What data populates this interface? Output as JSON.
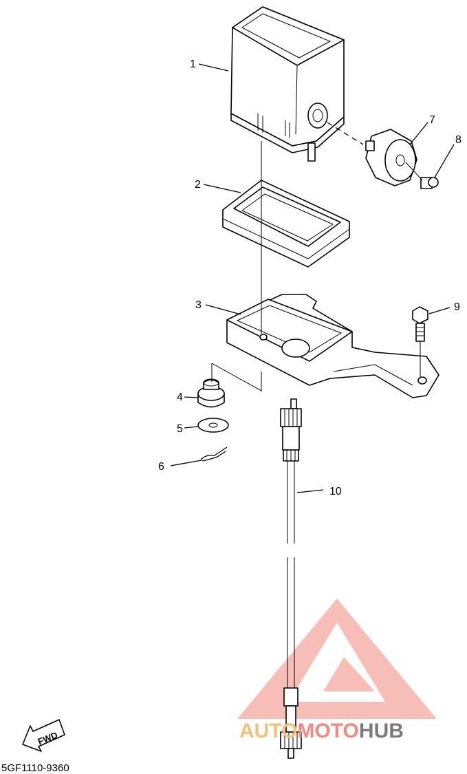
{
  "callouts": [
    {
      "id": "1",
      "label": "1"
    },
    {
      "id": "2",
      "label": "2"
    },
    {
      "id": "3",
      "label": "3"
    },
    {
      "id": "4",
      "label": "4"
    },
    {
      "id": "5",
      "label": "5"
    },
    {
      "id": "6",
      "label": "6"
    },
    {
      "id": "7",
      "label": "7"
    },
    {
      "id": "8",
      "label": "8"
    },
    {
      "id": "9",
      "label": "9"
    },
    {
      "id": "10",
      "label": "10"
    }
  ],
  "fwd_label": "FWD",
  "diagram_code": "5GF1110-9360",
  "watermark": {
    "part1": "AUTO",
    "part2": "MOTO",
    "part3": "HUB",
    "colors": {
      "auto": "#f5c078",
      "moto": "#f08a80",
      "hub": "#7a7a7a",
      "triangle": "#f08a80"
    }
  }
}
